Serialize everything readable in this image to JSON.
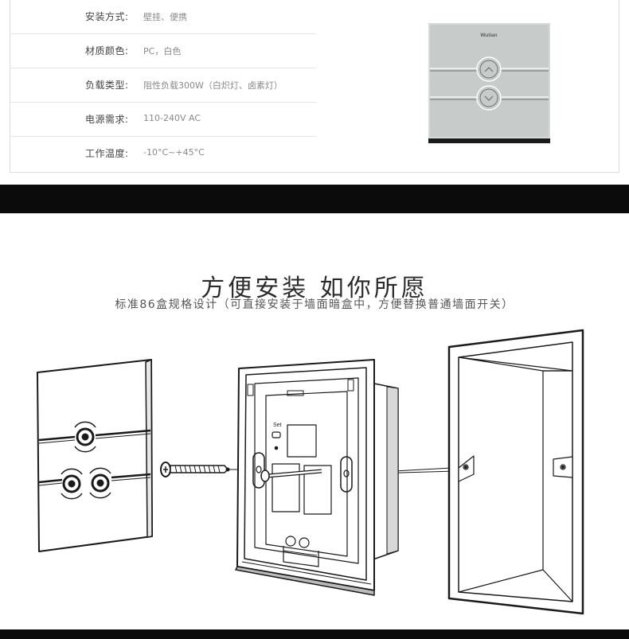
{
  "specs": [
    {
      "label": "安装方式:",
      "value": "壁挂、便携"
    },
    {
      "label": "材质颜色:",
      "value": "PC，白色"
    },
    {
      "label": "负载类型:",
      "value": "阻性负载300W（白炽灯、卤素灯）"
    },
    {
      "label": "电源需求:",
      "value": "110-240V AC"
    },
    {
      "label": "工作温度:",
      "value": "-10°C~+45°C"
    }
  ],
  "product": {
    "brand": "Wulian"
  },
  "diagram": {
    "switch_button_label": "Set"
  },
  "section": {
    "title": "方便安装 如你所愿",
    "subtitle": "标准86盒规格设计（可直接安装于墙面暗盒中，方便替换普通墙面开关）"
  }
}
